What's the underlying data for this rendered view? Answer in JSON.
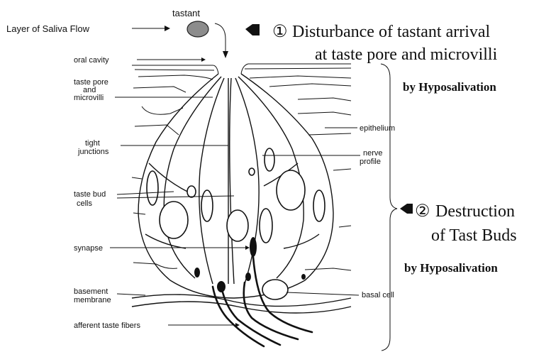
{
  "tastant_label": "tastant",
  "saliva_label": "Layer of Saliva Flow",
  "labels": {
    "oral_cavity": "oral cavity",
    "taste_pore": [
      "taste pore",
      "and",
      "microvilli"
    ],
    "tight_junctions": [
      "tight",
      "junctions"
    ],
    "taste_bud_cells": [
      "taste bud",
      "cells"
    ],
    "synapse": "synapse",
    "basement_membrane": [
      "basement",
      "membrane"
    ],
    "afferent_taste_fibers": "afferent taste fibers",
    "epithelium": "epithelium",
    "nerve_profile": [
      "nerve",
      "profile"
    ],
    "basal_cell": "basal cell"
  },
  "point1": {
    "number": "①",
    "line1": "Disturbance of tastant arrival",
    "line2": "at taste pore and microvilli",
    "cause": "by Hyposalivation"
  },
  "point2": {
    "number": "②",
    "line1": "Destruction",
    "line2": "of Tast Buds",
    "cause": "by Hyposalivation"
  },
  "colors": {
    "tastant_fill": "#8c8c8c",
    "ink": "#111111"
  }
}
